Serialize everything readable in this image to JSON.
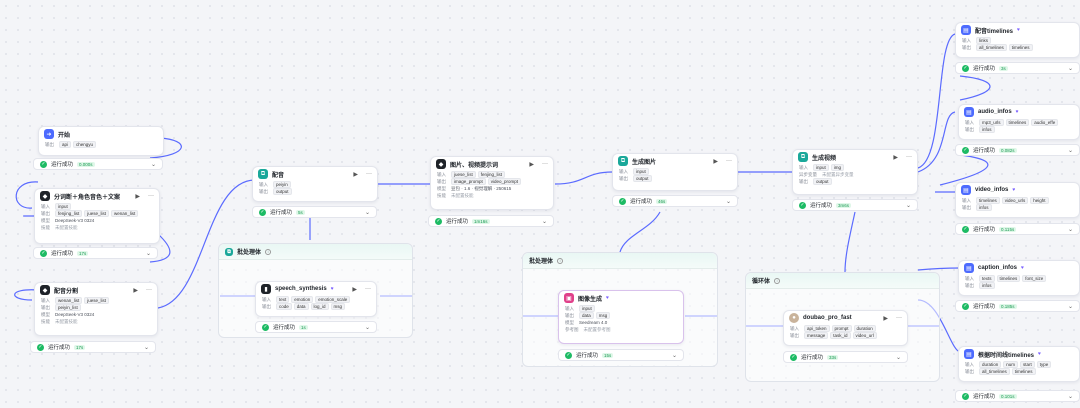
{
  "nodes": {
    "start": {
      "title": "开始",
      "output_label": "输出",
      "chips": [
        "api",
        "chengyu"
      ],
      "status": "运行成功",
      "time": "0.000s"
    },
    "split": {
      "title": "分词断＋角色音色＋文案",
      "in_label": "输入",
      "in_chips": [
        "input"
      ],
      "out_label": "输出",
      "out_chips": [
        "fenjing_list",
        "juese_list",
        "wenan_list"
      ],
      "model_label": "模型",
      "model": "DeepSeek-V3 0324",
      "skill_label": "技能",
      "skill": "未配置技能",
      "status": "运行成功",
      "time": "17s"
    },
    "dubsplit": {
      "title": "配音分割",
      "in_label": "输入",
      "in_chips": [
        "wenan_list",
        "juese_list"
      ],
      "out_label": "输出",
      "out_chips": [
        "peiyin_list"
      ],
      "model_label": "模型",
      "model": "DeepSeek-V3 0324",
      "skill_label": "技能",
      "skill": "未配置技能",
      "status": "运行成功",
      "time": "17s"
    },
    "dub": {
      "title": "配音",
      "in_label": "输入",
      "in_chips": [
        "peiyin"
      ],
      "out_label": "输出",
      "out_chips": [
        "output"
      ],
      "status": "运行成功",
      "time": "5s"
    },
    "speech": {
      "title": "speech_synthesis",
      "in_label": "输入",
      "in_chips": [
        "text",
        "emotion",
        "emotion_scale"
      ],
      "out_label": "输出",
      "out_chips": [
        "code",
        "data",
        "log_id",
        "msg"
      ],
      "status": "运行成功",
      "time": "1s"
    },
    "prompt": {
      "title": "图片、视频提示词",
      "in_label": "输入",
      "in_chips": [
        "juese_list",
        "fenjing_list"
      ],
      "out_label": "输出",
      "out_chips": [
        "image_prompt",
        "video_prompt"
      ],
      "model_label": "模型",
      "model": "豆包 · 1.6 · 视觉理解 · 250615",
      "skill_label": "技能",
      "skill": "未配置技能",
      "status": "运行成功",
      "time": "1m16s"
    },
    "genimg": {
      "title": "生成图片",
      "in_label": "输入",
      "in_chips": [
        "input"
      ],
      "out_label": "输出",
      "out_chips": [
        "output"
      ],
      "status": "运行成功",
      "time": "46s"
    },
    "imggen": {
      "title": "图像生成",
      "in_label": "输入",
      "in_chips": [
        "input"
      ],
      "out_label": "输出",
      "out_chips": [
        "data",
        "msg"
      ],
      "model_label": "模型",
      "model": "Seedream 4.0",
      "ref_label": "参考图",
      "ref": "未配置参考图",
      "status": "运行成功",
      "time": "15s"
    },
    "genvid": {
      "title": "生成视频",
      "in_label": "输入",
      "in_chips": [
        "input",
        "img"
      ],
      "var_label": "异步变量",
      "var": "未配置异步变量",
      "out_label": "输出",
      "out_chips": [
        "output"
      ],
      "status": "运行成功",
      "time": "3m6s"
    },
    "doubao": {
      "title": "doubao_pro_fast",
      "in_label": "输入",
      "in_chips": [
        "api_token",
        "prompt",
        "duration"
      ],
      "out_label": "输出",
      "out_chips": [
        "message",
        "task_id",
        "video_url"
      ],
      "status": "运行成功",
      "time": "33s"
    },
    "timelines": {
      "title": "配音timelines",
      "in_label": "输入",
      "in_chips": [
        "links"
      ],
      "out_label": "输出",
      "out_chips": [
        "all_timelines",
        "timelines"
      ],
      "status": "运行成功",
      "time": "3s"
    },
    "audio": {
      "title": "audio_infos",
      "in_label": "输入",
      "in_chips": [
        "mp3_urls",
        "timelines",
        "audio_effe"
      ],
      "out_label": "输出",
      "out_chips": [
        "infos"
      ],
      "status": "运行成功",
      "time": "0.082s"
    },
    "video": {
      "title": "video_infos",
      "in_label": "输入",
      "in_chips": [
        "timelines",
        "video_urls",
        "height"
      ],
      "out_label": "输出",
      "out_chips": [
        "infos"
      ],
      "status": "运行成功",
      "time": "0.115s"
    },
    "caption": {
      "title": "caption_infos",
      "in_label": "输入",
      "in_chips": [
        "texts",
        "timelines",
        "font_size"
      ],
      "out_label": "输出",
      "out_chips": [
        "infos"
      ],
      "status": "运行成功",
      "time": "0.185s"
    },
    "tltime": {
      "title": "根据时间线timelines",
      "in_label": "输入",
      "in_chips": [
        "duration",
        "num",
        "start",
        "type"
      ],
      "out_label": "输出",
      "out_chips": [
        "all_timelines",
        "timelines"
      ],
      "status": "运行成功",
      "time": "0.101s"
    }
  },
  "groups": {
    "batch1": "批处理体",
    "batch2": "批处理体",
    "loop": "循环体"
  },
  "icons": {
    "start": "arrow-icon",
    "llm": "llm-icon",
    "plugin": "plugin-icon",
    "workflow": "workflow-icon"
  },
  "colors": {
    "wire": "#5b6bff",
    "success": "#1dbb64",
    "group_header": "#e9f7f4"
  }
}
